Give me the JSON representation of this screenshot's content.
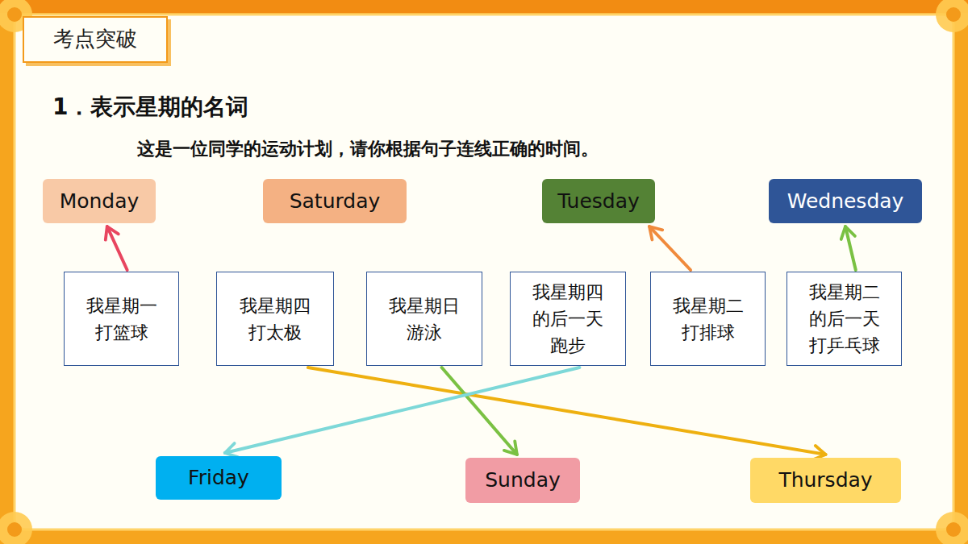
{
  "diagram": {
    "title": "1．表示星期的名词",
    "nodes": [
      {
        "text": [
          "考点突破"
        ]
      },
      {
        "text": [
          "Monday"
        ]
      },
      {
        "text": [
          "Saturday"
        ]
      },
      {
        "text": [
          "Tuesday"
        ]
      },
      {
        "text": [
          "Wednesday"
        ]
      },
      {
        "text": [
          "我星期一 打篮球"
        ]
      },
      {
        "text": [
          "我星期四 打太极"
        ]
      },
      {
        "text": [
          "我星期日 游泳"
        ]
      },
      {
        "text": [
          "我星期四 的后一天 跑步"
        ]
      },
      {
        "text": [
          "我星期二 打排球"
        ]
      },
      {
        "text": [
          "我星期二 的后一天 打乒乓球"
        ]
      },
      {
        "text": [
          "Friday"
        ]
      },
      {
        "text": [
          "Sunday"
        ]
      },
      {
        "text": [
          "Thursday"
        ]
      }
    ],
    "edges": [
      {
        "from": 5,
        "to": 1,
        "arrow": "to"
      },
      {
        "from": 6,
        "to": 13,
        "arrow": "to"
      },
      {
        "from": 7,
        "to": 12,
        "arrow": "to"
      },
      {
        "from": 8,
        "to": 11,
        "arrow": "to"
      },
      {
        "from": 9,
        "to": 3,
        "arrow": "to"
      },
      {
        "from": 10,
        "to": 4,
        "arrow": "to"
      }
    ],
    "labels": [
      "这是一位同学的运动计划，请你根据句子连线正确的时间。"
    ]
  }
}
